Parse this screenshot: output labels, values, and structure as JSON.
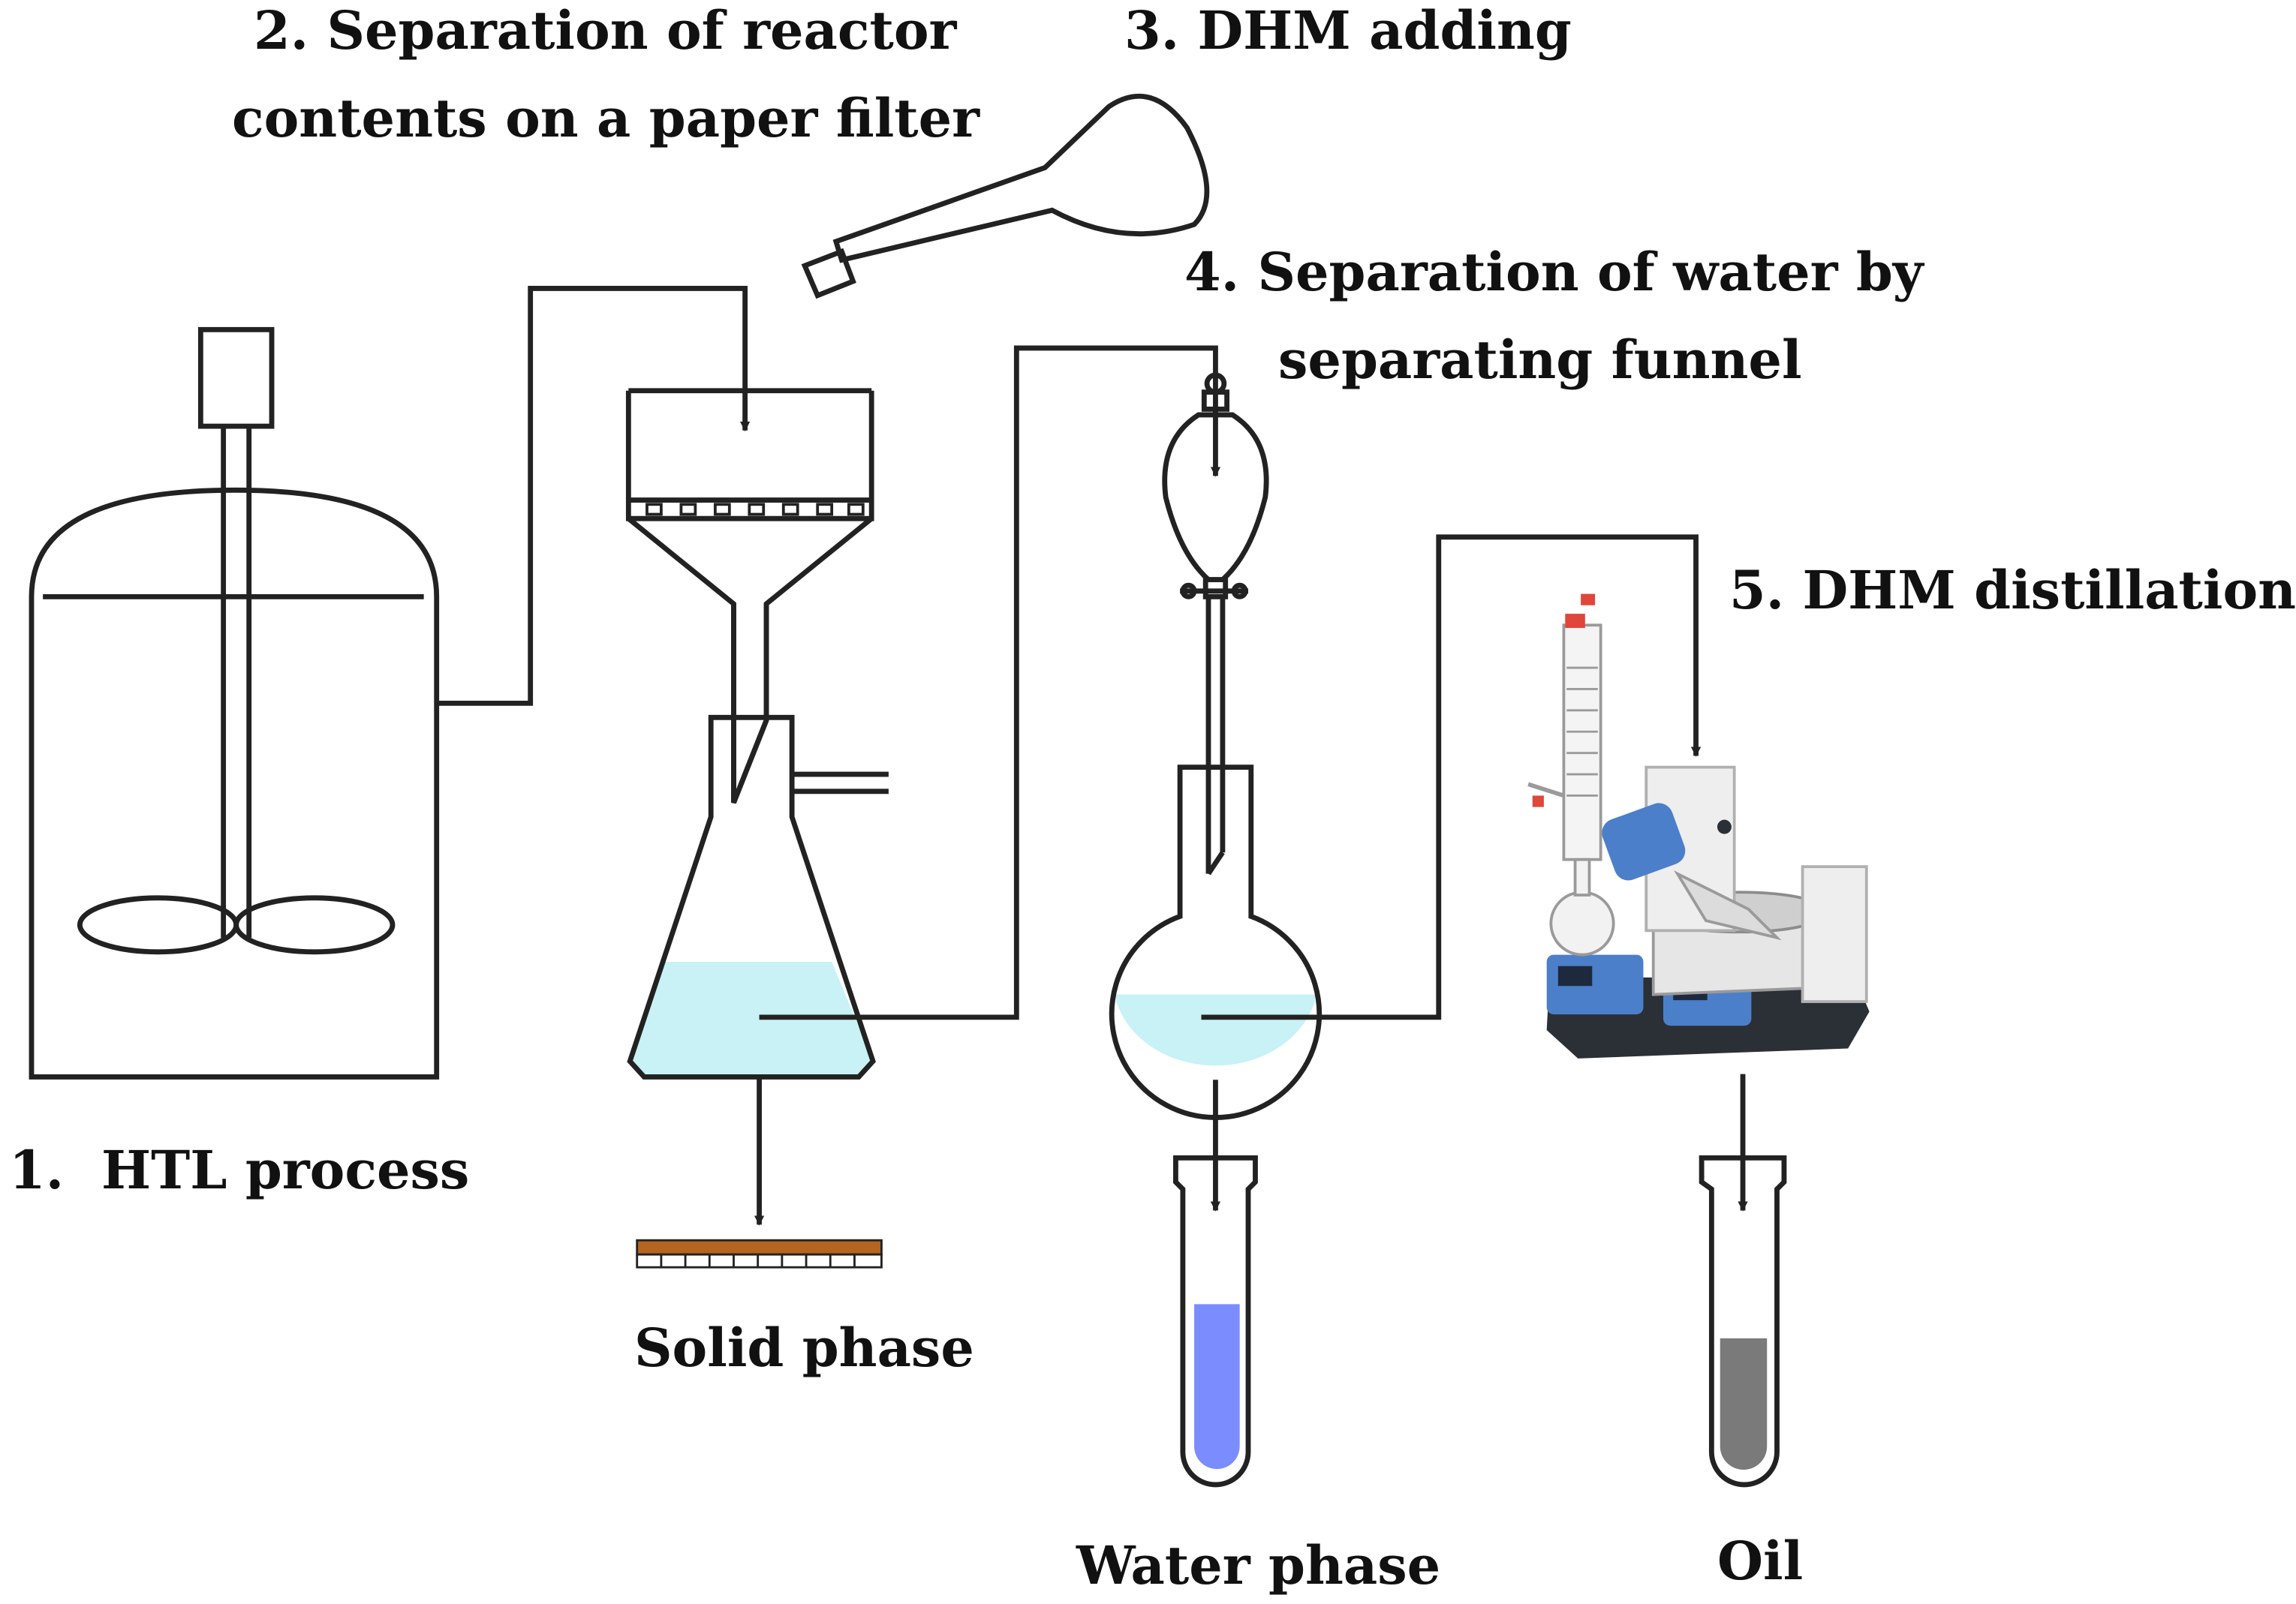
{
  "labels": {
    "step1_number": "1.",
    "step1_text": "HTL process",
    "step2_line1": "2. Separation of reactor",
    "step2_line2": "contents on a paper filter",
    "step3": "3. DHM adding",
    "step4_line1": "4. Separation of water by",
    "step4_line2": "separating funnel",
    "step5": "5. DHM distillation"
  },
  "products": {
    "solid": "Solid phase",
    "water": "Water phase",
    "oil": "Oil"
  },
  "colors": {
    "line": "#222222",
    "liquid": "#c8f2f5",
    "water_sample": "#7b8cff",
    "oil_sample": "#7a7a7a",
    "filter_paper": "#b5651d",
    "evaporator_blue": "#4c7fc9",
    "evaporator_dark": "#2b2f36"
  },
  "icons": {
    "reactor": "stirred-tank-reactor-icon",
    "filter": "buchner-funnel-icon",
    "flask": "filter-flask-icon",
    "dropper": "dropper-icon",
    "separating_funnel": "separating-funnel-icon",
    "round_flask": "round-bottom-flask-icon",
    "evaporator": "rotary-evaporator-icon",
    "test_tube": "test-tube-icon"
  }
}
